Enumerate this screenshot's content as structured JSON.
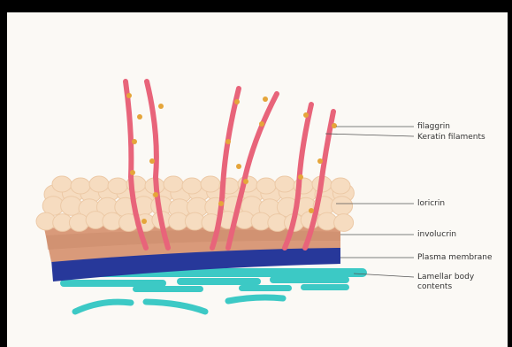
{
  "diagram": {
    "labels": {
      "filaggrin": "filaggrin",
      "keratin": "Keratin filaments",
      "loricrin": "loricrin",
      "involucrin": "involucrin",
      "plasma_membrane": "Plasma membrane",
      "lamellar": "Lamellar body contents"
    },
    "colors": {
      "frame": "#000000",
      "background": "#fbf9f5",
      "keratin_filament": "#e8647a",
      "filaggrin_dot": "#e5a53a",
      "loricrin_cell": "#f6dcc0",
      "involucrin": "#d99a7a",
      "plasma_membrane": "#27389a",
      "lamellar": "#3cc9c5"
    }
  }
}
